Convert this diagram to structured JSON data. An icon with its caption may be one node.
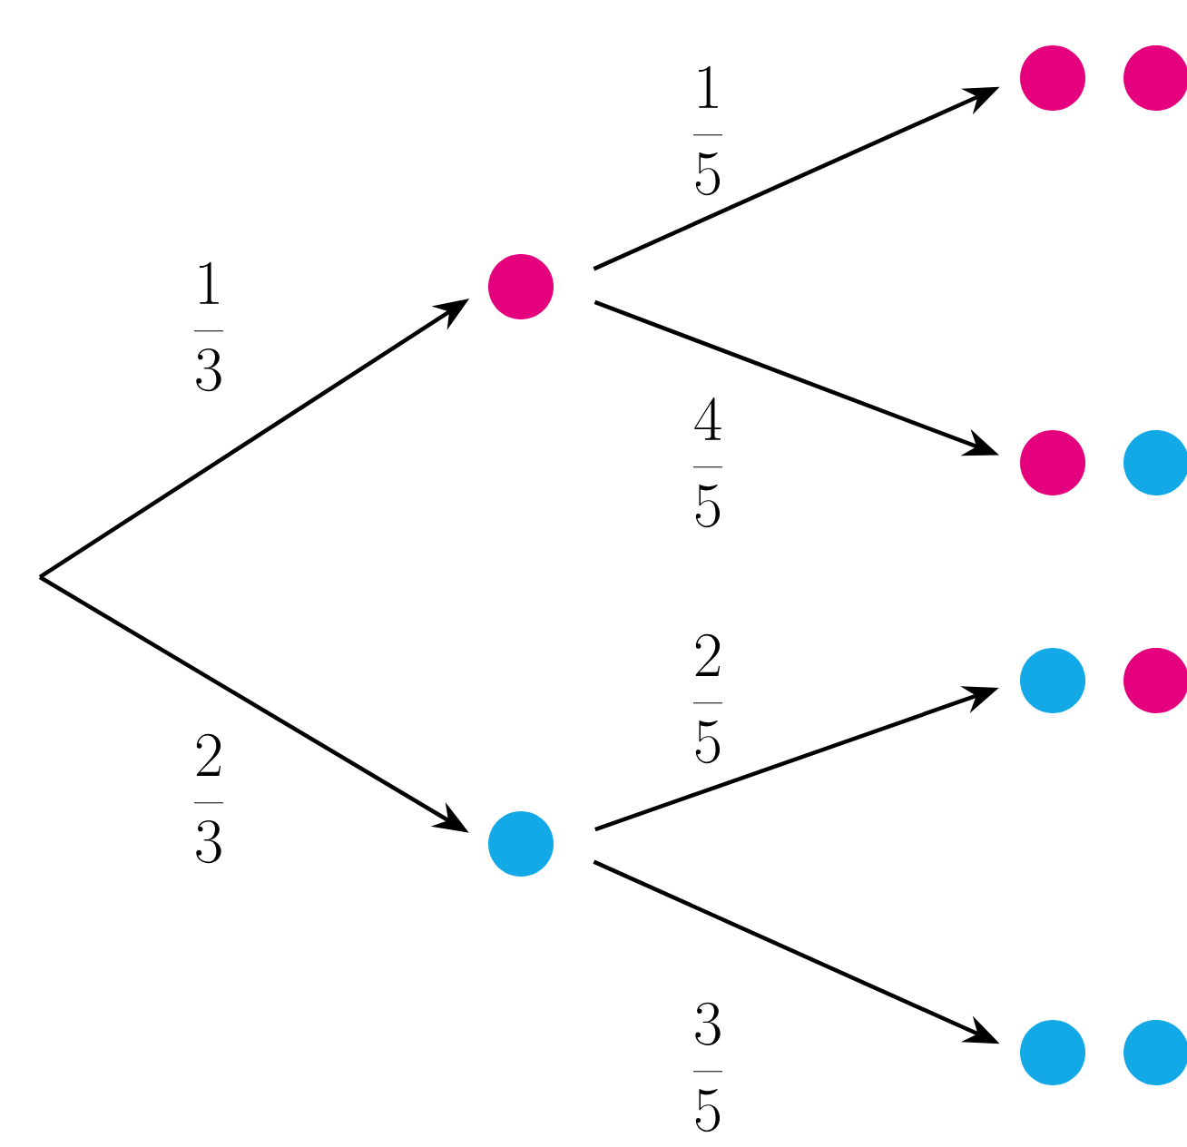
{
  "diagram": {
    "nodes": [
      {
        "text": [],
        "shape": "circle"
      },
      {
        "text": [],
        "shape": "circle"
      },
      {
        "text": [],
        "shape": "circle"
      },
      {
        "text": [],
        "shape": "circle"
      },
      {
        "text": [],
        "shape": "circle"
      },
      {
        "text": [],
        "shape": "circle"
      }
    ],
    "edges": [
      {
        "from": null,
        "to": 0,
        "arrow": "to",
        "label": "\\frac{1}{3}"
      },
      {
        "from": null,
        "to": 1,
        "arrow": "to",
        "label": "\\frac{2}{3}"
      },
      {
        "from": 0,
        "to": 2,
        "arrow": "to",
        "label": "\\frac{1}{5}"
      },
      {
        "from": 0,
        "to": 3,
        "arrow": "to",
        "label": "\\frac{4}{5}"
      },
      {
        "from": 1,
        "to": 4,
        "arrow": "to",
        "label": "\\frac{2}{5}"
      },
      {
        "from": 1,
        "to": 5,
        "arrow": "to",
        "label": "\\frac{3}{5}"
      }
    ]
  }
}
